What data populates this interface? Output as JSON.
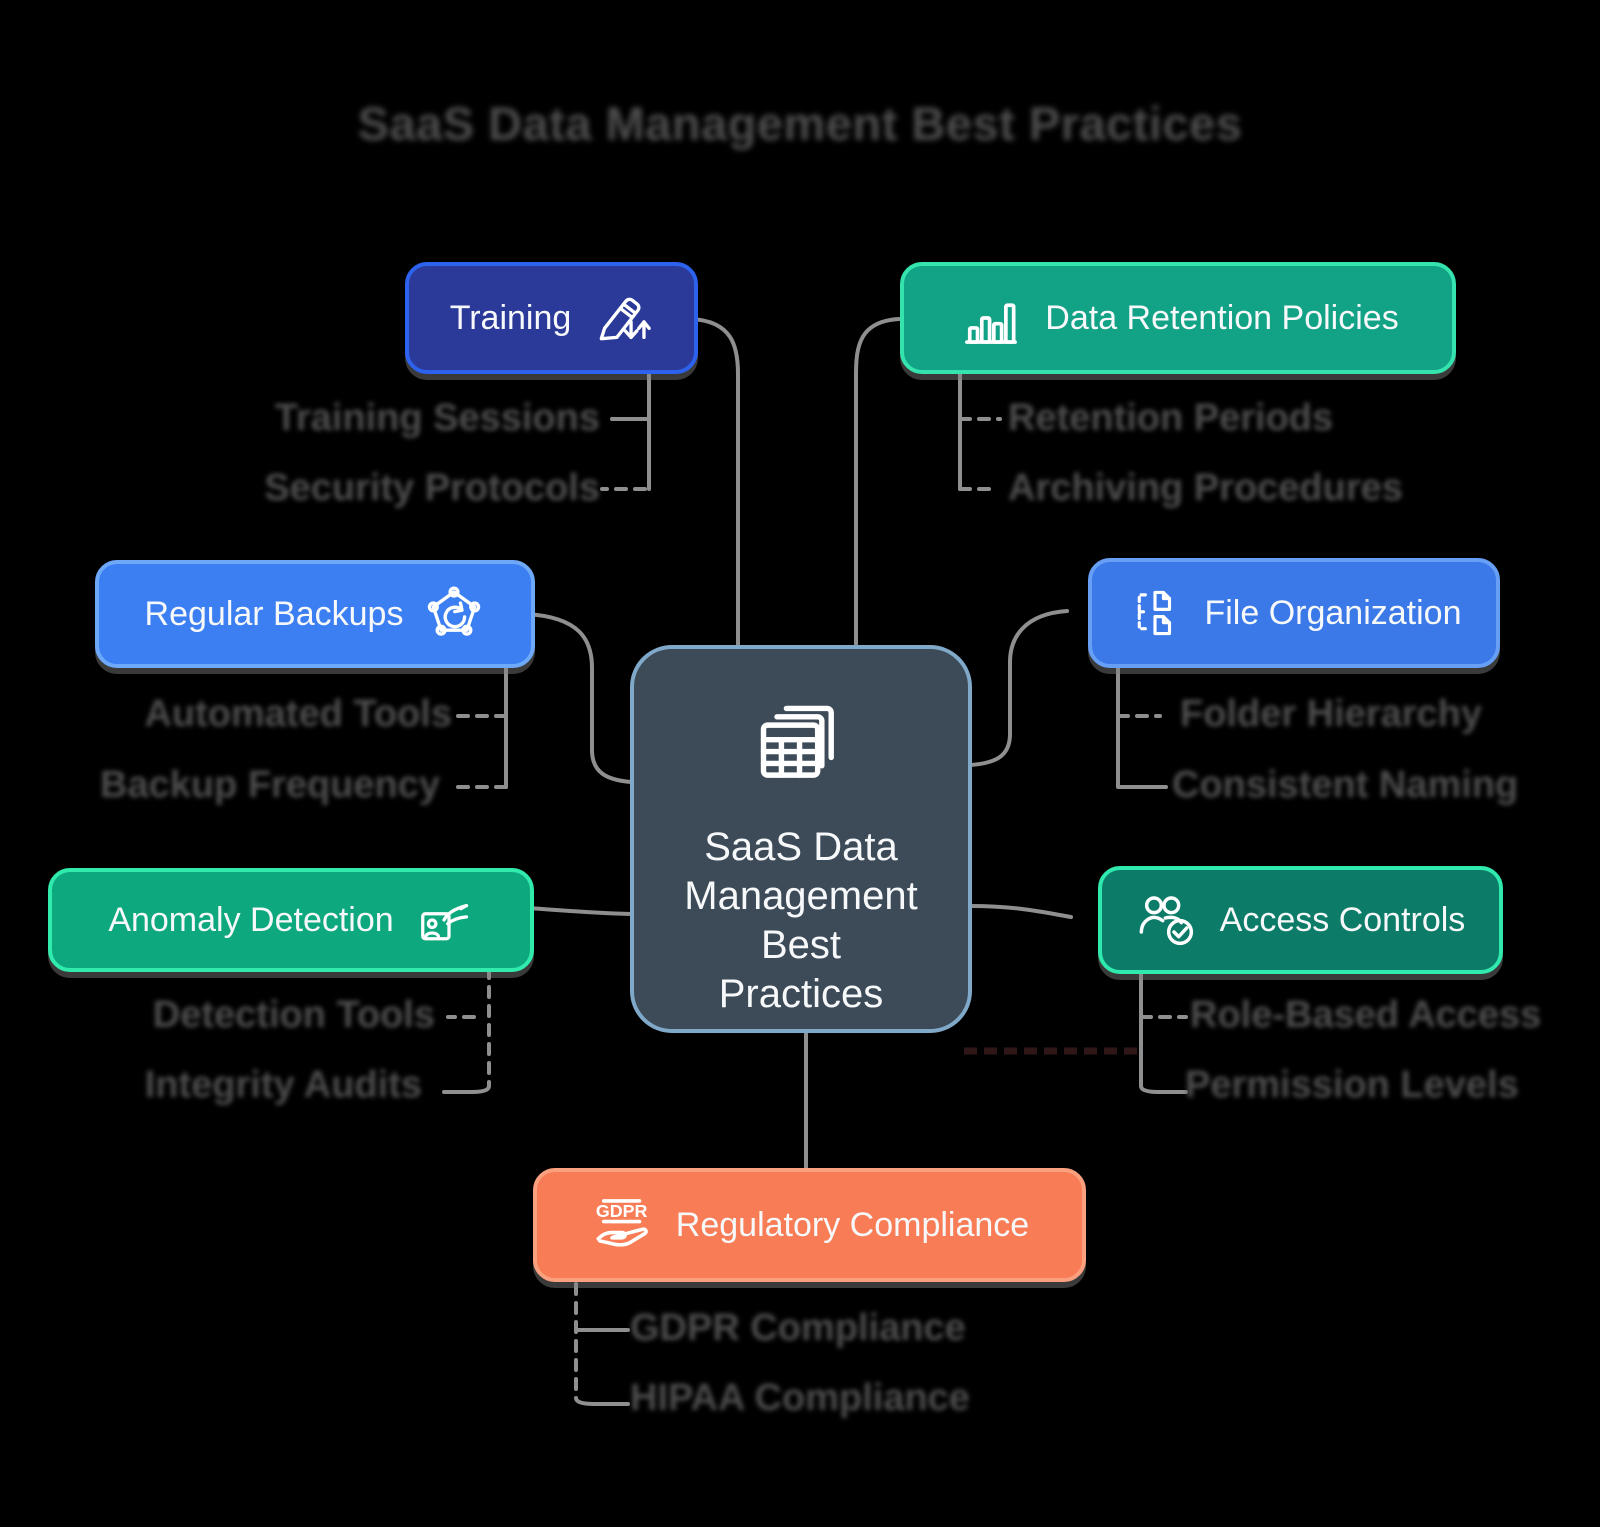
{
  "title": "SaaS Data Management Best Practices",
  "center": {
    "label": "SaaS Data\nManagement\nBest\nPractices",
    "icon": "spreadsheet-stack-icon",
    "fill": "#3d4b58",
    "border": "#7fa8c9"
  },
  "branches": [
    {
      "id": "training",
      "label": "Training",
      "icon": "pencil-arrows-icon",
      "fill": "#2b3a99",
      "border": "#2d62ee",
      "children": [
        {
          "label": "Training Sessions"
        },
        {
          "label": "Security Protocols"
        }
      ]
    },
    {
      "id": "data-retention-policies",
      "label": "Data Retention Policies",
      "icon": "bar-chart-icon",
      "fill": "#12a285",
      "border": "#34e3ad",
      "children": [
        {
          "label": "Retention Periods"
        },
        {
          "label": "Archiving Procedures"
        }
      ]
    },
    {
      "id": "regular-backups",
      "label": "Regular Backups",
      "icon": "network-refresh-icon",
      "fill": "#3c7ff2",
      "border": "#6ea9f9",
      "children": [
        {
          "label": "Automated Tools"
        },
        {
          "label": "Backup Frequency"
        }
      ]
    },
    {
      "id": "file-organization",
      "label": "File Organization",
      "icon": "file-tree-icon",
      "fill": "#3b79e9",
      "border": "#679ff5",
      "children": [
        {
          "label": "Folder Hierarchy"
        },
        {
          "label": "Consistent Naming"
        }
      ]
    },
    {
      "id": "anomaly-detection",
      "label": "Anomaly Detection",
      "icon": "id-card-hand-icon",
      "fill": "#0ea87e",
      "border": "#30ebac",
      "children": [
        {
          "label": "Detection Tools"
        },
        {
          "label": "Integrity Audits"
        }
      ]
    },
    {
      "id": "access-controls",
      "label": "Access Controls",
      "icon": "users-check-icon",
      "fill": "#0c7c68",
      "border": "#2fe9ae",
      "children": [
        {
          "label": "Role-Based Access"
        },
        {
          "label": "Permission Levels"
        }
      ]
    },
    {
      "id": "regulatory-compliance",
      "label": "Regulatory Compliance",
      "icon": "gdpr-hand-icon",
      "icon_text": "GDPR",
      "fill": "#f87c55",
      "border": "#faa07f",
      "children": [
        {
          "label": "GDPR Compliance"
        },
        {
          "label": "HIPAA Compliance"
        }
      ]
    }
  ],
  "colors": {
    "background": "#000000",
    "connector": "#8f8f8f",
    "muted-text": "#4d4d4d",
    "node-text": "#f6f8fa",
    "center-fill": "#3d4b58",
    "center-border": "#7fa8c9"
  }
}
